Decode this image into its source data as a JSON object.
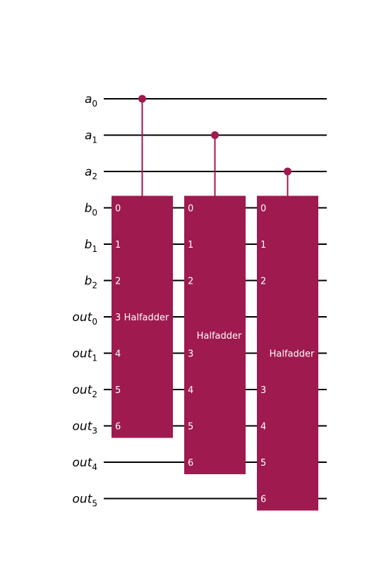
{
  "colors": {
    "gate": "#9e1a4f",
    "wire": "#000000",
    "gate_text": "#ffffff"
  },
  "circuit": {
    "qubits": [
      {
        "name": "a",
        "index": "0"
      },
      {
        "name": "a",
        "index": "1"
      },
      {
        "name": "a",
        "index": "2"
      },
      {
        "name": "b",
        "index": "0"
      },
      {
        "name": "b",
        "index": "1"
      },
      {
        "name": "b",
        "index": "2"
      },
      {
        "name": "out",
        "index": "0"
      },
      {
        "name": "out",
        "index": "1"
      },
      {
        "name": "out",
        "index": "2"
      },
      {
        "name": "out",
        "index": "3"
      },
      {
        "name": "out",
        "index": "4"
      },
      {
        "name": "out",
        "index": "5"
      }
    ],
    "gates": [
      {
        "label": "Halfadder",
        "control": 0,
        "targets": [
          3,
          4,
          5,
          6,
          7,
          8,
          9
        ],
        "pins": [
          "0",
          "1",
          "2",
          "3",
          "4",
          "5",
          "6"
        ]
      },
      {
        "label": "Halfadder",
        "control": 1,
        "targets": [
          3,
          4,
          5,
          7,
          8,
          9,
          10
        ],
        "pins": [
          "0",
          "1",
          "2",
          "3",
          "4",
          "5",
          "6"
        ]
      },
      {
        "label": "Halfadder",
        "control": 2,
        "targets": [
          3,
          4,
          5,
          8,
          9,
          10,
          11
        ],
        "pins": [
          "0",
          "1",
          "2",
          "3",
          "4",
          "5",
          "6"
        ]
      }
    ]
  }
}
